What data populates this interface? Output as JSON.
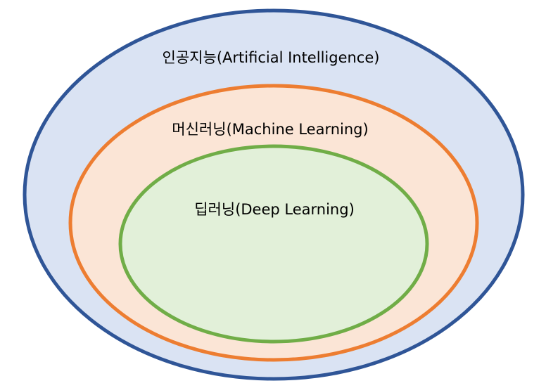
{
  "diagram": {
    "type": "nested-venn",
    "sets": [
      {
        "id": "ai",
        "label": "인공지능(Artificial Intelligence)",
        "fill": "#dae3f3",
        "stroke": "#2f5597"
      },
      {
        "id": "ml",
        "label": "머신러닝(Machine Learning)",
        "fill": "#fbe5d6",
        "stroke": "#ed7d31"
      },
      {
        "id": "dl",
        "label": "딥러닝(Deep Learning)",
        "fill": "#e2f0d9",
        "stroke": "#70ad47"
      }
    ]
  }
}
